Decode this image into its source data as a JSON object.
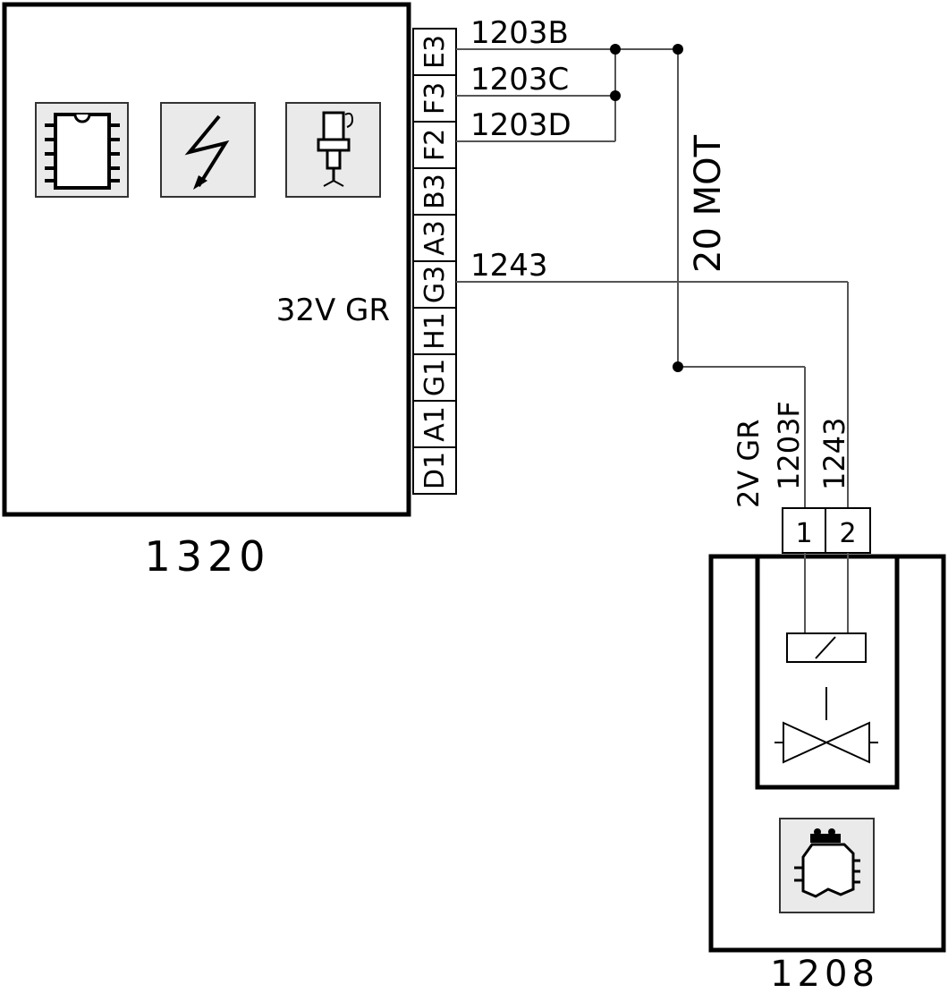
{
  "ecu": {
    "id": "1320",
    "spec": "32V  GR",
    "pins": [
      "E3",
      "F3",
      "F2",
      "B3",
      "A3",
      "G3",
      "H1",
      "G1",
      "A1",
      "D1"
    ],
    "icons": [
      "chip-icon",
      "lightning-icon",
      "injector-icon"
    ]
  },
  "wires": {
    "w1203b": "1203B",
    "w1203c": "1203C",
    "w1203d": "1203D",
    "w1243_top": "1243",
    "w1203f": "1203F",
    "w1243_down": "1243",
    "bundle": "20 MOT"
  },
  "connector": {
    "spec": "2V  GR",
    "pins": [
      "1",
      "2"
    ]
  },
  "actuator": {
    "id": "1208",
    "icons": [
      "solenoid-icon",
      "valve-icon",
      "engine-pump-icon"
    ]
  }
}
